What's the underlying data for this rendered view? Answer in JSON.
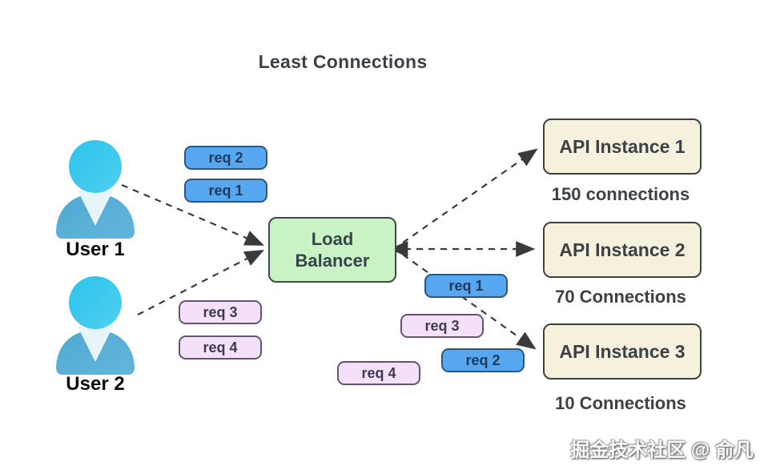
{
  "title": "Least Connections",
  "users": [
    {
      "label": "User 1"
    },
    {
      "label": "User 2"
    }
  ],
  "load_balancer": {
    "label": "Load Balancer"
  },
  "queues": {
    "user1": [
      {
        "label": "req 2"
      },
      {
        "label": "req 1"
      }
    ],
    "user2": [
      {
        "label": "req 3"
      },
      {
        "label": "req 4"
      }
    ],
    "middle": [
      {
        "label": "req 1"
      },
      {
        "label": "req 3"
      },
      {
        "label": "req 2"
      },
      {
        "label": "req 4"
      }
    ]
  },
  "instances": [
    {
      "label": "API Instance 1",
      "connections": "150 connections"
    },
    {
      "label": "API Instance 2",
      "connections": "70 Connections"
    },
    {
      "label": "API Instance 3",
      "connections": "10 Connections"
    }
  ],
  "watermark": "掘金技术社区 @ 俞凡",
  "colors": {
    "request_blue_fill": "#57a7f0",
    "request_blue_border": "#2c5880",
    "request_purple_fill": "#f4e0f8",
    "request_purple_border": "#655471",
    "load_balancer_fill": "#c9f2c5",
    "api_instance_fill": "#f6f1dd",
    "user_icon_head": "#37c6eb",
    "user_icon_body": "#58aed5",
    "arrow": "#3a3a3a"
  }
}
